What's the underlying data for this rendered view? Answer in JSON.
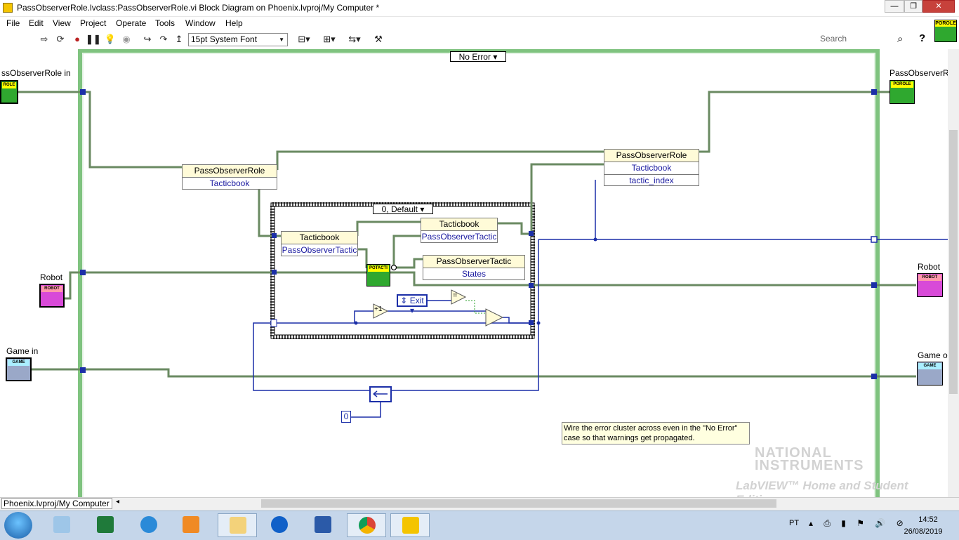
{
  "window": {
    "title": "PassObserverRole.lvclass:PassObserverRole.vi Block Diagram on Phoenix.lvproj/My Computer *",
    "buttons": {
      "minimize": "—",
      "maximize": "❐",
      "close": "✕"
    }
  },
  "menu": [
    "File",
    "Edit",
    "View",
    "Project",
    "Operate",
    "Tools",
    "Window",
    "Help"
  ],
  "toolbar": {
    "font": "15pt System Font",
    "search_placeholder": "Search",
    "vi_icon_label": "POROLE"
  },
  "diagram": {
    "case_selector": "No Error",
    "inner_case_selector": "0, Default",
    "terminals": {
      "left": [
        {
          "label": "ssObserverRole in",
          "cap": "ROLE"
        },
        {
          "label": "Robot",
          "cap": "ROBOT"
        },
        {
          "label": "Game in",
          "cap": "GAME"
        }
      ],
      "right": [
        {
          "label": "PassObserverRo",
          "cap": "POROLE"
        },
        {
          "label": "Robot",
          "cap": "ROBOT"
        },
        {
          "label": "Game o",
          "cap": "GAME"
        }
      ]
    },
    "nodes": {
      "unbundle_role": {
        "header": "PassObserverRole",
        "row1": "Tacticbook"
      },
      "unbundle_tacticbook": {
        "header": "Tacticbook",
        "row1": "PassObserverTactic"
      },
      "bundle_tacticbook": {
        "header": "Tacticbook",
        "row1": "PassObserverTactic"
      },
      "unbundle_tactic": {
        "header": "PassObserverTactic",
        "row1": "States"
      },
      "bundle_role": {
        "header": "PassObserverRole",
        "row1": "Tacticbook",
        "row2": "tactic_index"
      },
      "potactic_cap": "POTACTI",
      "exit_enum": "Exit",
      "increment": "+1",
      "equal": "=",
      "constant_zero": "0"
    },
    "comment": "Wire the error cluster across even in the \"No Error\" case so that warnings get propagated.",
    "watermark": {
      "line1": "NATIONAL",
      "line2": "INSTRUMENTS",
      "line3": "LabVIEW™ Home and Student Edition"
    }
  },
  "status": {
    "project": "Phoenix.lvproj/My Computer"
  },
  "taskbar": {
    "language": "PT",
    "time": "14:52",
    "date": "26/08/2019",
    "apps": [
      "Explorer",
      "Excel",
      "Internet Explorer",
      "Media Player",
      "File Explorer",
      "TeamViewer",
      "Word",
      "Chrome",
      "LabVIEW"
    ]
  },
  "colors": {
    "wire_class": "#5a7a52",
    "wire_int": "#1c2fa8",
    "case_frame": "#8fcf8f",
    "title_bg": "#ffffff",
    "taskbar_bg": "#c5d6ea"
  }
}
